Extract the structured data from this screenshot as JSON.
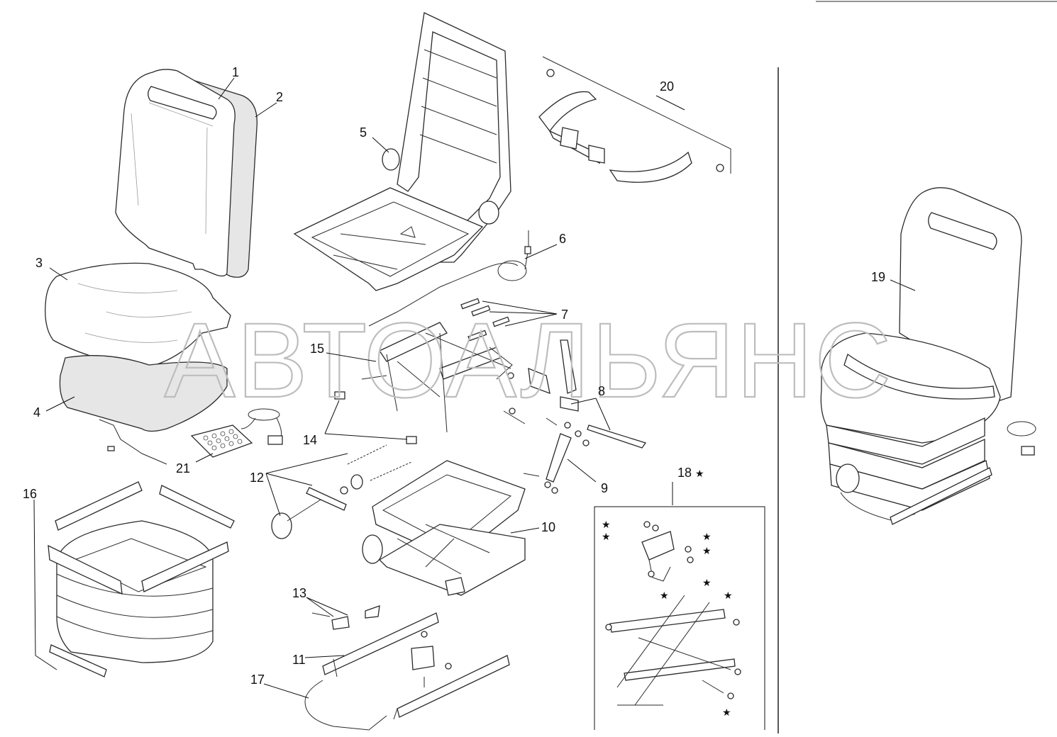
{
  "watermark": "АВТОАЛЬЯНС",
  "callouts": {
    "c1": "1",
    "c2": "2",
    "c3": "3",
    "c4": "4",
    "c5": "5",
    "c6": "6",
    "c7": "7",
    "c8": "8",
    "c9": "9",
    "c10": "10",
    "c11": "11",
    "c12": "12",
    "c13": "13",
    "c14": "14",
    "c15": "15",
    "c16": "16",
    "c17": "17",
    "c18": "18",
    "c19": "19",
    "c20": "20",
    "c21": "21"
  },
  "star_symbol": "★"
}
